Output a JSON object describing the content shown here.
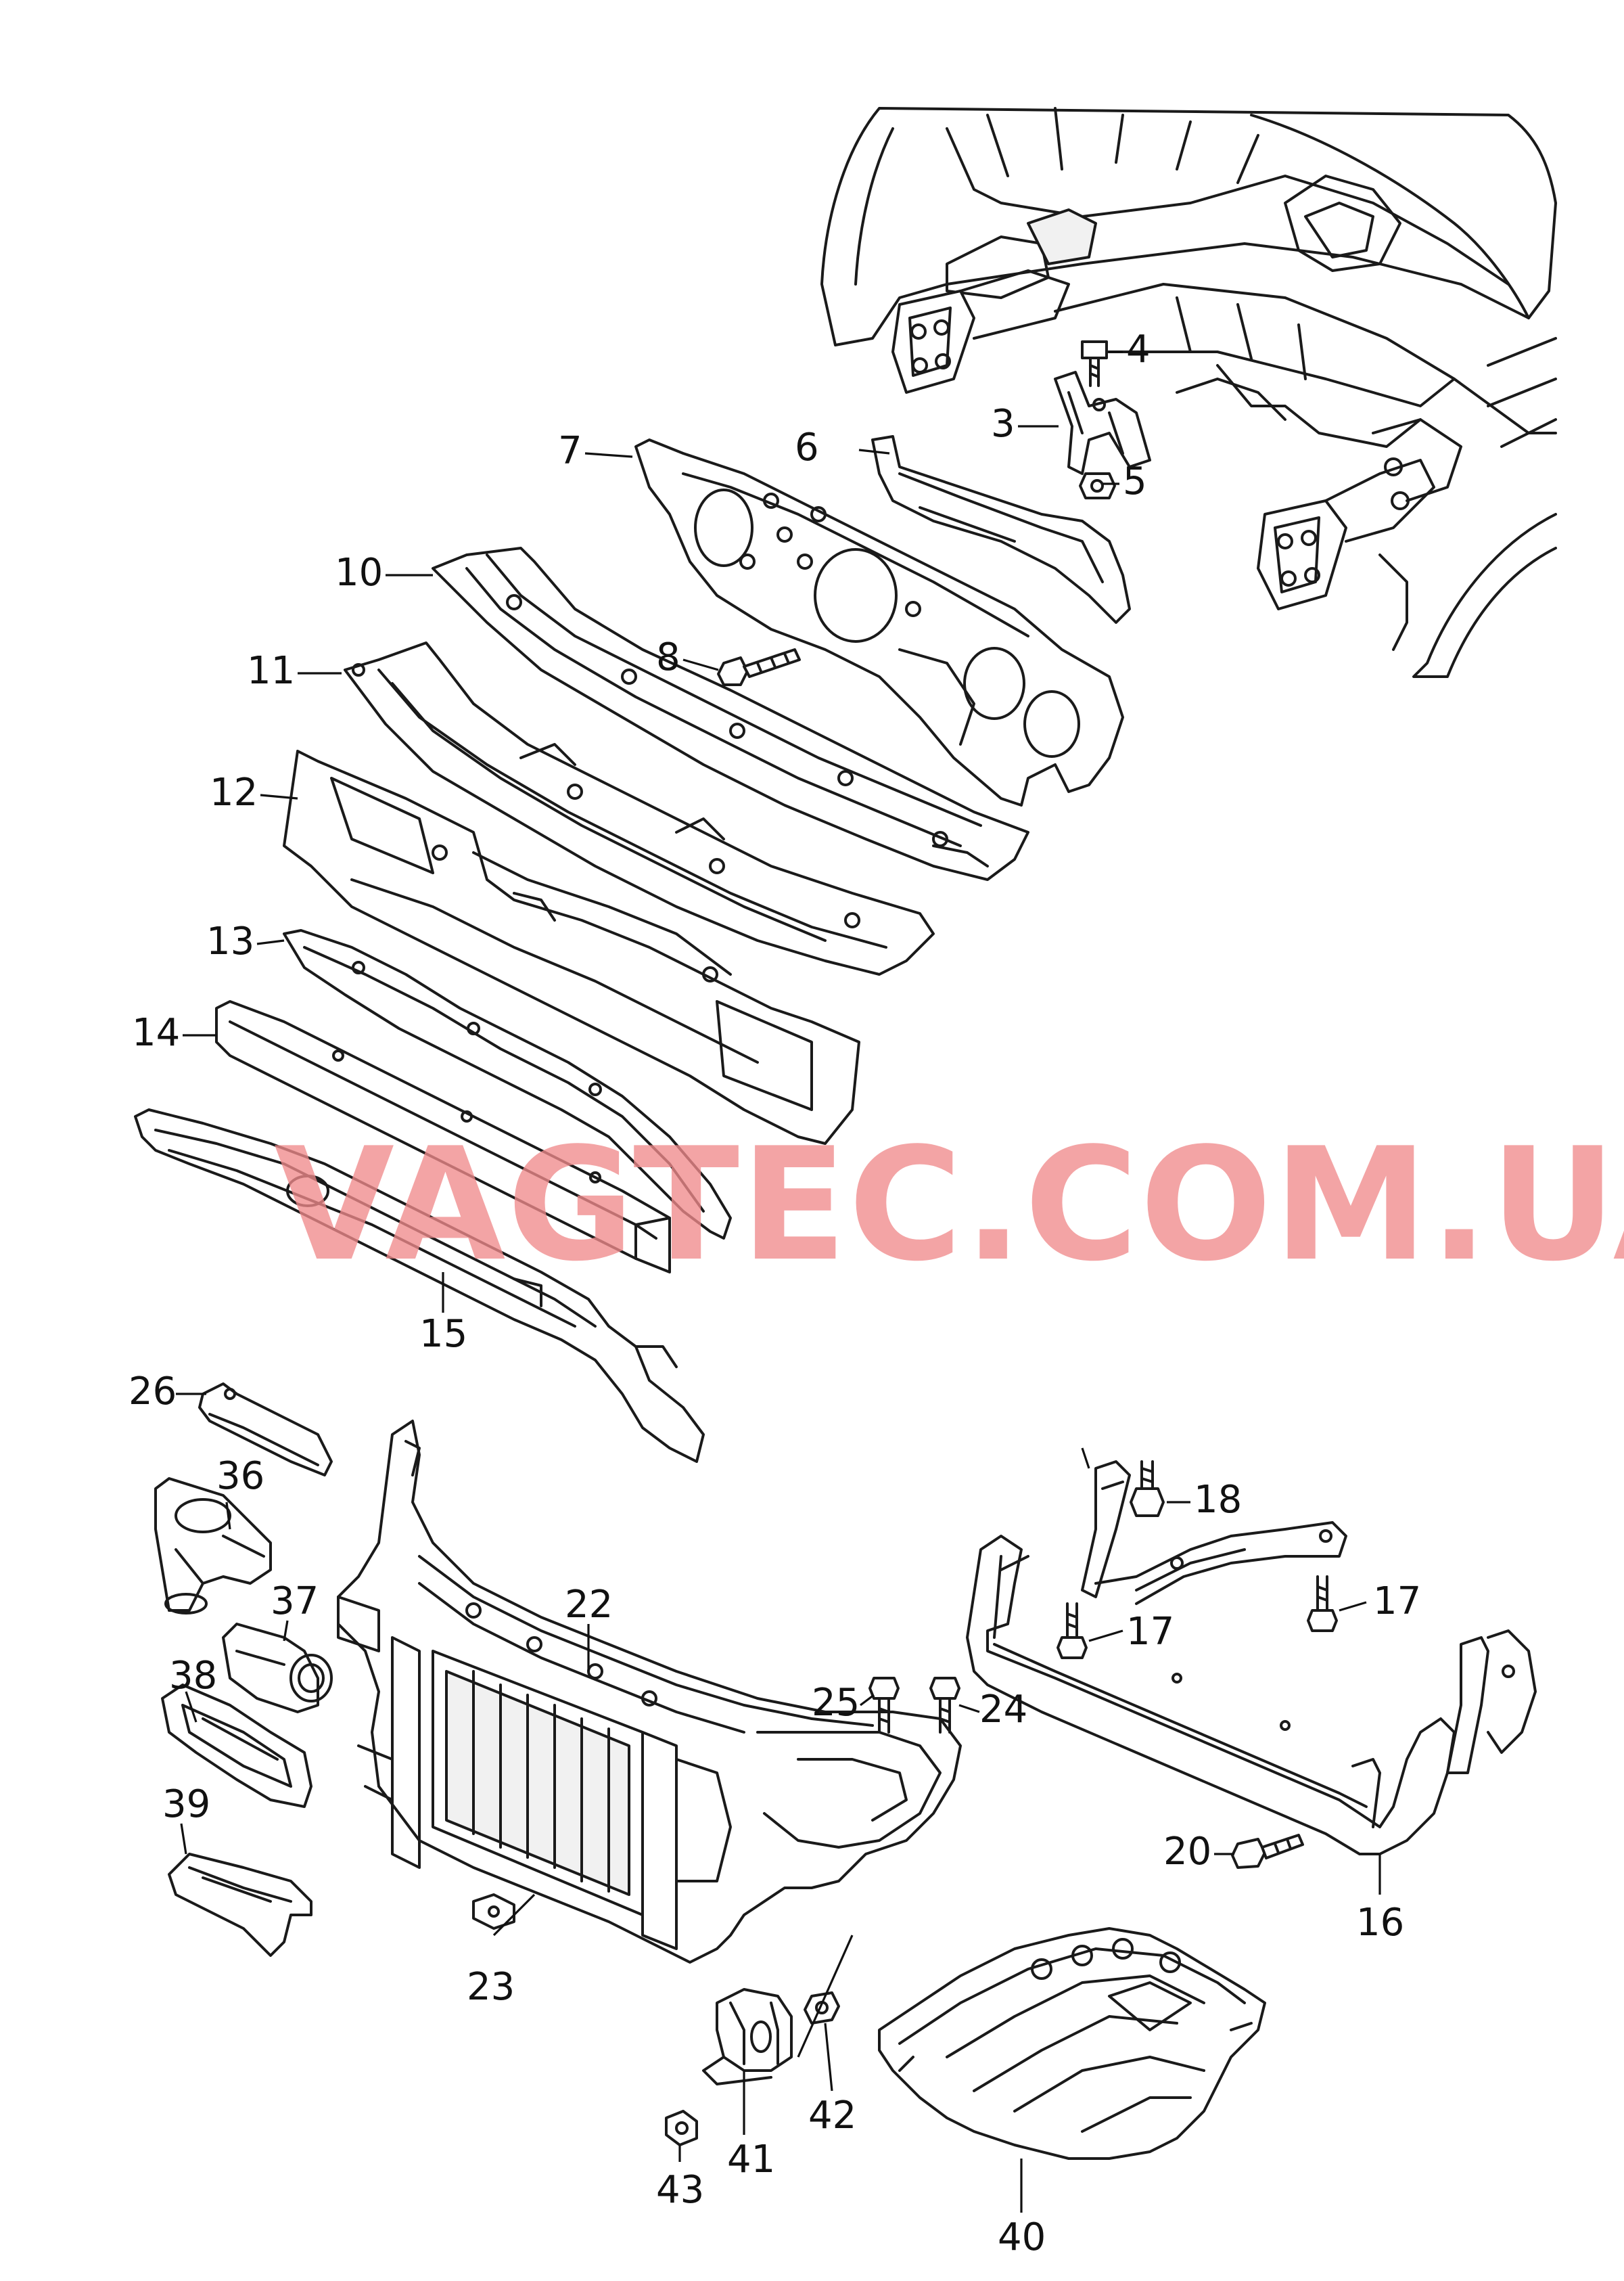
{
  "watermark": {
    "text": "VAGTEC.COM.UA",
    "color": "#f08a8c"
  },
  "callouts": {
    "c3": "3",
    "c4": "4",
    "c5": "5",
    "c6": "6",
    "c7": "7",
    "c8": "8",
    "c10": "10",
    "c11": "11",
    "c12": "12",
    "c13": "13",
    "c14": "14",
    "c15": "15",
    "c16": "16",
    "c17a": "17",
    "c17b": "17",
    "c18": "18",
    "c20": "20",
    "c22": "22",
    "c23": "23",
    "c24": "24",
    "c25": "25",
    "c26": "26",
    "c36": "36",
    "c37": "37",
    "c38": "38",
    "c39": "39",
    "c40": "40",
    "c41": "41",
    "c42": "42",
    "c43": "43"
  },
  "colors": {
    "line": "#1a1a1a",
    "background": "#ffffff"
  }
}
